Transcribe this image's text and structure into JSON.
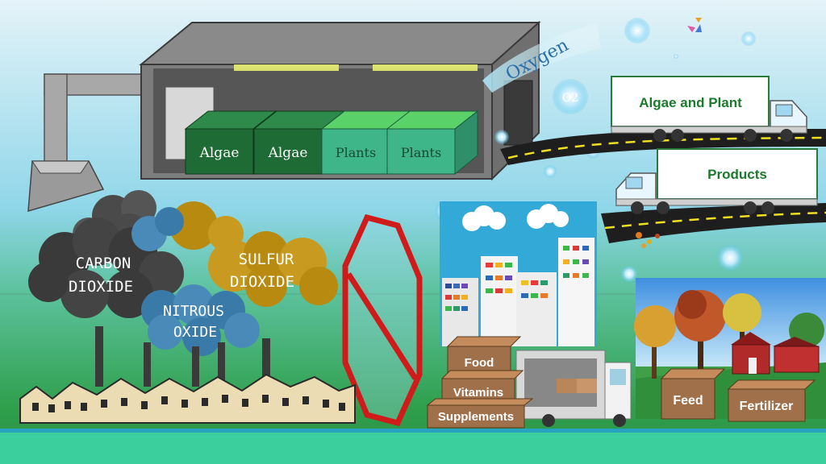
{
  "container": {
    "tiles": [
      {
        "label": "Algae",
        "color": "#1f6b35"
      },
      {
        "label": "Algae",
        "color": "#1f6b35"
      },
      {
        "label": "Plants",
        "color": "#3fb58a"
      },
      {
        "label": "Plants",
        "color": "#3fb58a"
      }
    ],
    "oxygen_label": "Oxygen",
    "o2_label": "O2"
  },
  "pollution": {
    "carbon": [
      "CARBON",
      "DIOXIDE"
    ],
    "sulfur": [
      "SULFUR",
      "DIOXIDE"
    ],
    "nitrous": [
      "NITROUS",
      "OXIDE"
    ]
  },
  "trucks": {
    "top_label": "Algae and Plant",
    "bottom_label": "Products"
  },
  "boxes": {
    "food": "Food",
    "vitamins": "Vitamins",
    "supplements": "Supplements",
    "feed": "Feed",
    "fertilizer": "Fertilizer"
  },
  "colors": {
    "sky_top": "#d7eef7",
    "sky_mid": "#8ed3e8",
    "grass": "#3fae5a",
    "ground": "#3ccf9e",
    "truck_text": "#1c7a2c",
    "box": "#a0704a",
    "no_sign": "#d01b1b",
    "container": "#6c6c6c"
  },
  "icons": [
    "smokestack-icon",
    "duct-icon",
    "truck-icon",
    "bubble-icon",
    "no-sign-icon",
    "barn-icon",
    "butterfly-icon"
  ]
}
